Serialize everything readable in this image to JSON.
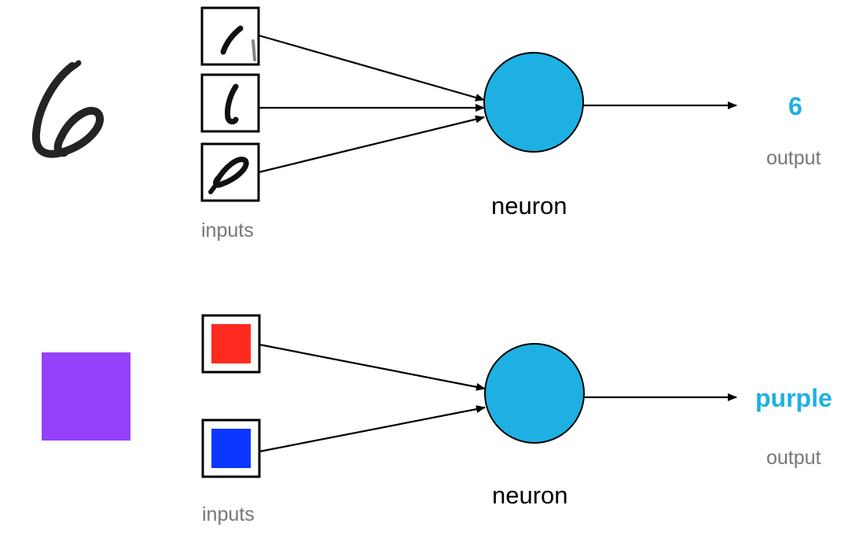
{
  "colors": {
    "neuron": "#1EB0E2",
    "output_text": "#1EB0E2",
    "label_gray": "#777777",
    "input_red": "#FF2A1F",
    "input_blue": "#0A36FF",
    "sample_purple": "#9540FA"
  },
  "diagram_top": {
    "sample": "handwritten-digit-6",
    "inputs": [
      "digit-stroke-1",
      "digit-stroke-2",
      "digit-stroke-3"
    ],
    "inputs_label": "inputs",
    "neuron_label": "neuron",
    "output_value": "6",
    "output_label": "output"
  },
  "diagram_bottom": {
    "sample": "purple-square",
    "inputs": [
      "red-square",
      "blue-square"
    ],
    "inputs_label": "inputs",
    "neuron_label": "neuron",
    "output_value": "purple",
    "output_label": "output"
  }
}
